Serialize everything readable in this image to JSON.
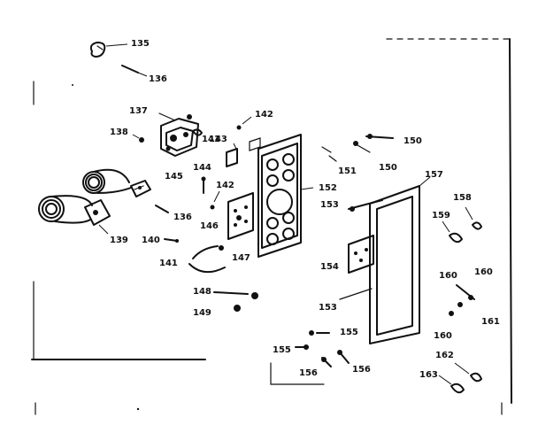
{
  "callouts": [
    {
      "id": "135",
      "text": "135"
    },
    {
      "id": "136a",
      "text": "136"
    },
    {
      "id": "137",
      "text": "137"
    },
    {
      "id": "138",
      "text": "138"
    },
    {
      "id": "141a",
      "text": "141"
    },
    {
      "id": "142a",
      "text": "142"
    },
    {
      "id": "143",
      "text": "143"
    },
    {
      "id": "144",
      "text": "144"
    },
    {
      "id": "145",
      "text": "145"
    },
    {
      "id": "142b",
      "text": "142"
    },
    {
      "id": "136b",
      "text": "136"
    },
    {
      "id": "139",
      "text": "139"
    },
    {
      "id": "140",
      "text": "140"
    },
    {
      "id": "146",
      "text": "146"
    },
    {
      "id": "141b",
      "text": "141"
    },
    {
      "id": "147",
      "text": "147"
    },
    {
      "id": "148",
      "text": "148"
    },
    {
      "id": "149",
      "text": "149"
    },
    {
      "id": "150a",
      "text": "150"
    },
    {
      "id": "151",
      "text": "151"
    },
    {
      "id": "150b",
      "text": "150"
    },
    {
      "id": "152",
      "text": "152"
    },
    {
      "id": "157",
      "text": "157"
    },
    {
      "id": "153a",
      "text": "153"
    },
    {
      "id": "154",
      "text": "154"
    },
    {
      "id": "153b",
      "text": "153"
    },
    {
      "id": "158",
      "text": "158"
    },
    {
      "id": "159",
      "text": "159"
    },
    {
      "id": "160a",
      "text": "160"
    },
    {
      "id": "160b",
      "text": "160"
    },
    {
      "id": "161",
      "text": "161"
    },
    {
      "id": "160c",
      "text": "160"
    },
    {
      "id": "155a",
      "text": "155"
    },
    {
      "id": "155b",
      "text": "155"
    },
    {
      "id": "156a",
      "text": "156"
    },
    {
      "id": "156b",
      "text": "156"
    },
    {
      "id": "162",
      "text": "162"
    },
    {
      "id": "163",
      "text": "163"
    }
  ]
}
